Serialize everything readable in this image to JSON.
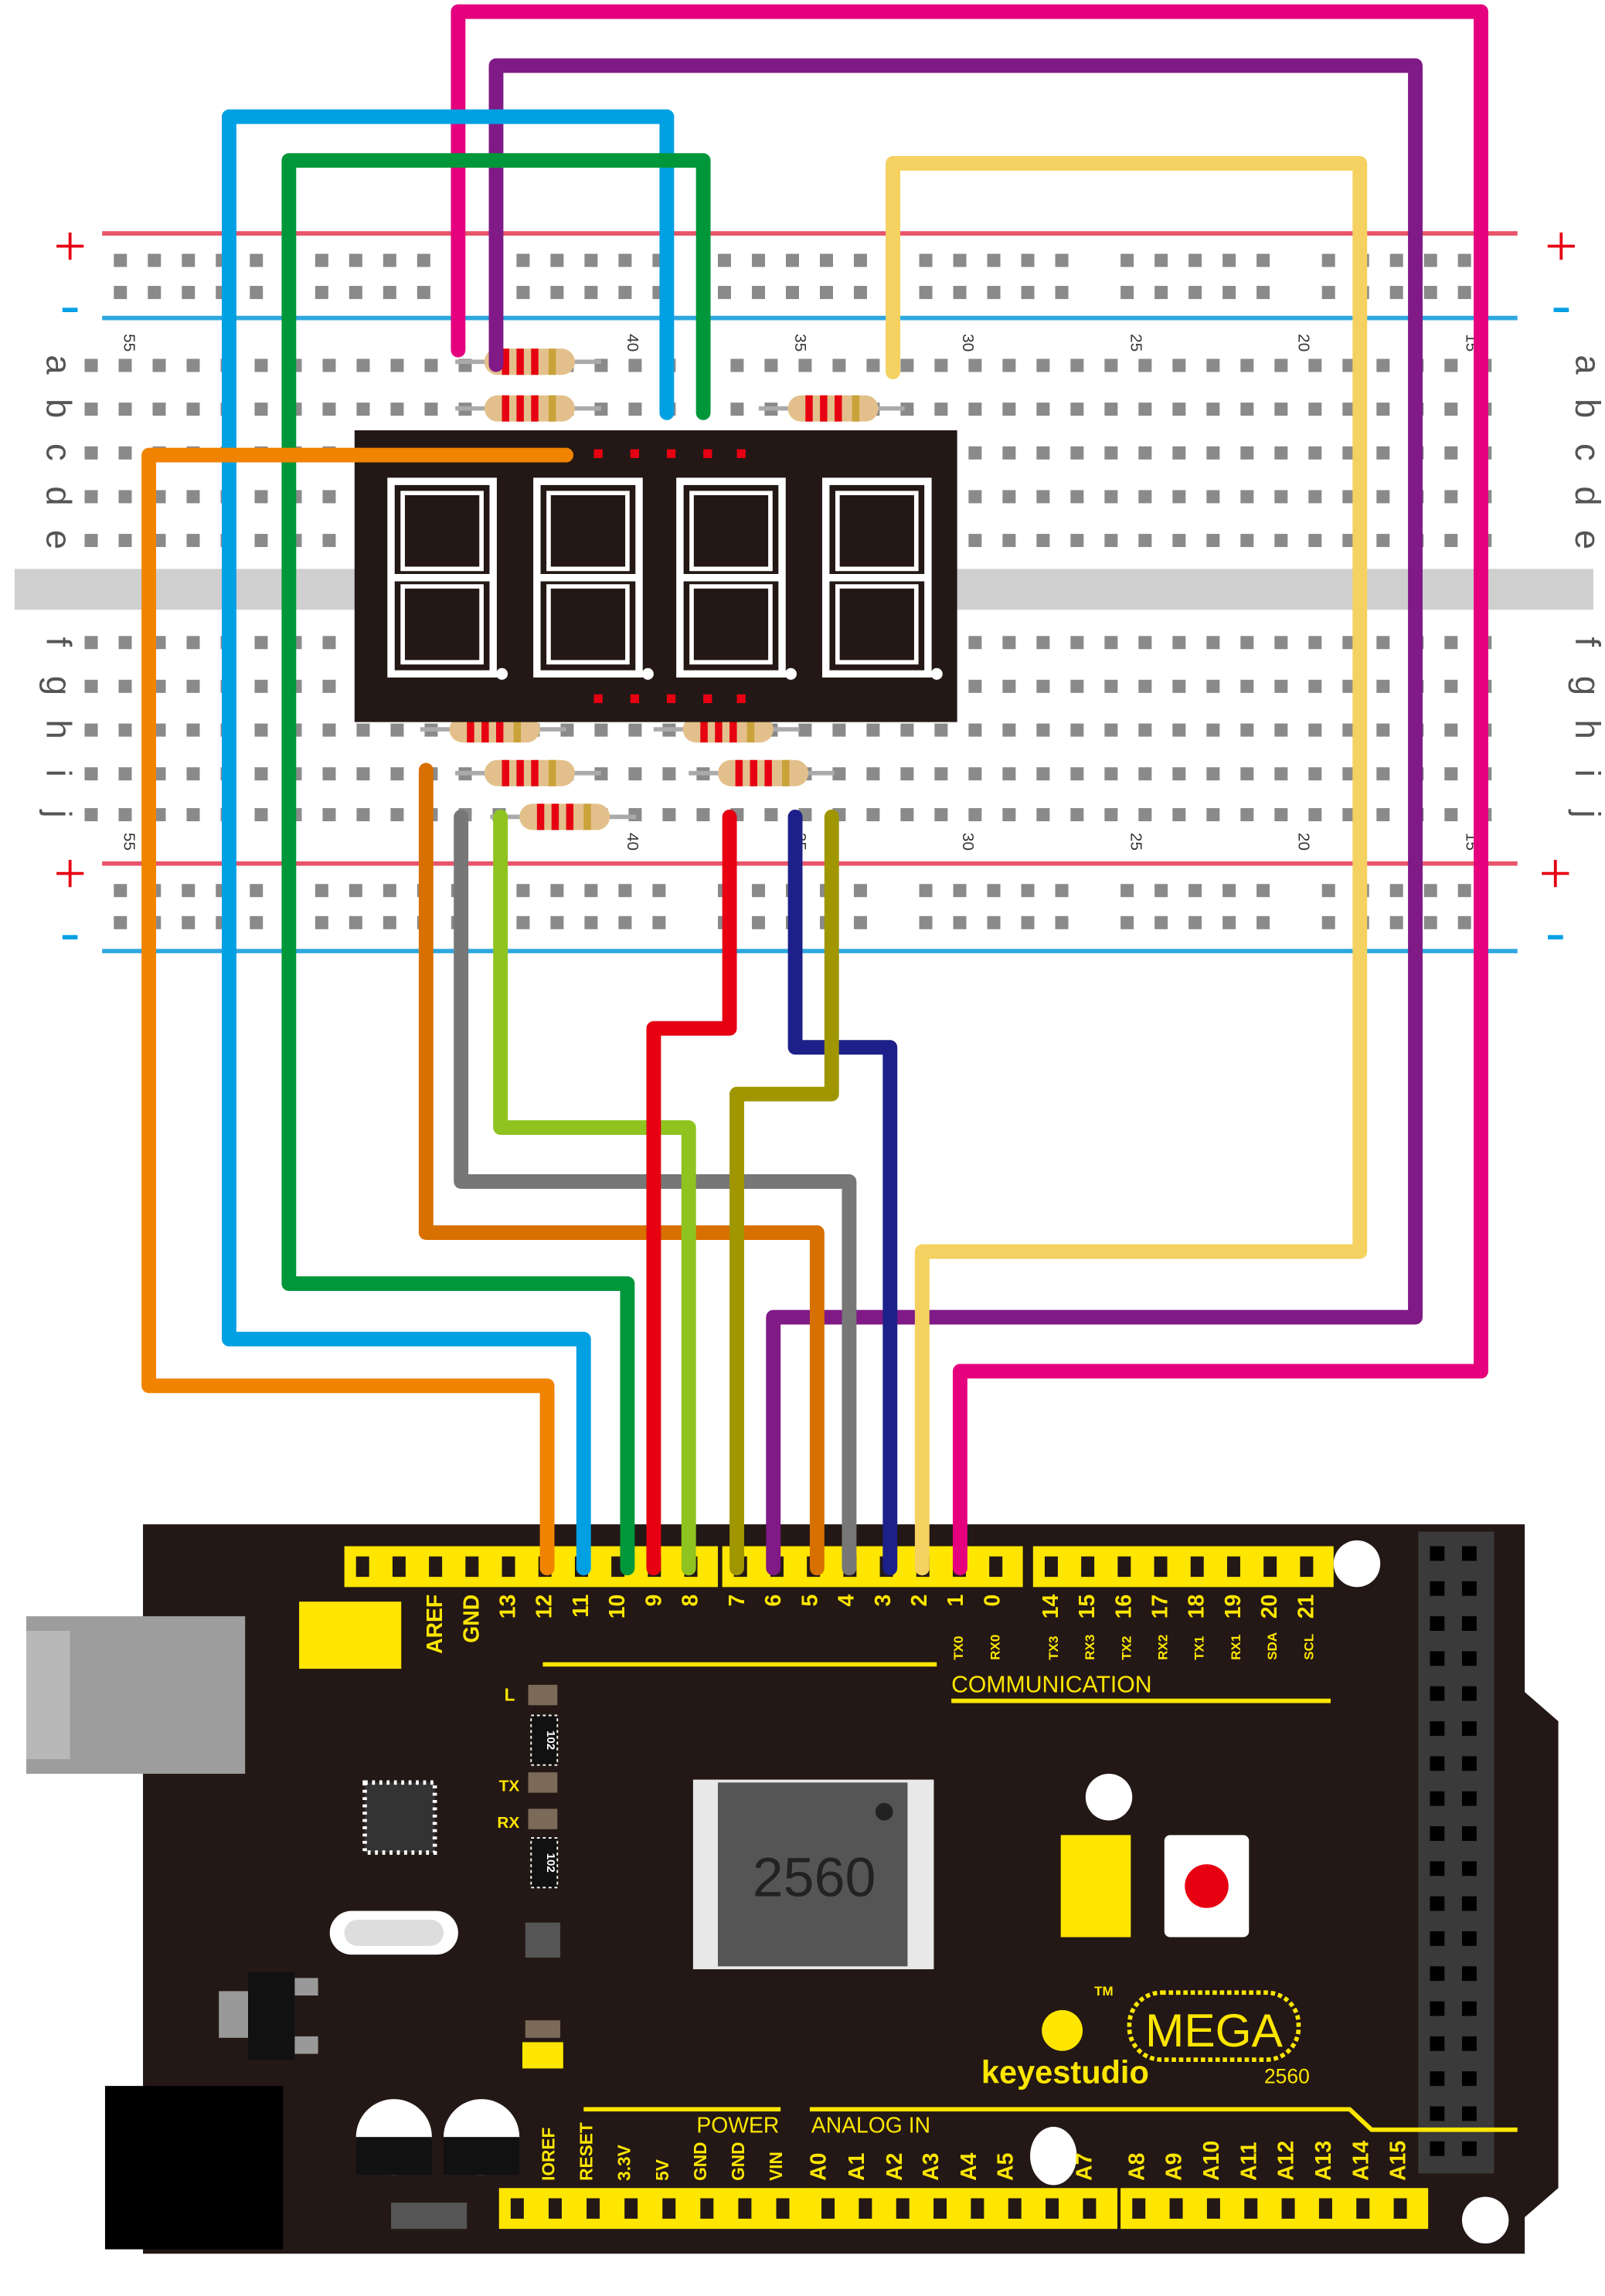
{
  "breadboard": {
    "rail_plus": "+",
    "rail_minus": "-",
    "column_numbers": [
      "55",
      "40",
      "35",
      "30",
      "25",
      "20",
      "15"
    ],
    "rows_top": [
      "a",
      "b",
      "c",
      "d",
      "e"
    ],
    "rows_bottom": [
      "f",
      "g",
      "h",
      "i",
      "j"
    ]
  },
  "board": {
    "chip_label": "2560",
    "brand": "keyestudio",
    "trademark": "TM",
    "model": "MEGA",
    "model_number": "2560",
    "led_labels": [
      "L",
      "TX",
      "RX"
    ],
    "resistor_code": "102",
    "digital_left": [
      "AREF",
      "GND",
      "13",
      "12",
      "11",
      "10",
      "9",
      "8"
    ],
    "digital_mid": [
      "7",
      "6",
      "5",
      "4",
      "3",
      "2",
      "1",
      "0"
    ],
    "digital_mid_sub": [
      "TX0",
      "RX0"
    ],
    "digital_right": [
      "14",
      "15",
      "16",
      "17",
      "18",
      "19",
      "20",
      "21"
    ],
    "digital_right_sub": [
      "TX3",
      "RX3",
      "TX2",
      "RX2",
      "TX1",
      "RX1",
      "SDA",
      "SCL"
    ],
    "communication_label": "COMMUNICATION",
    "power_label": "POWER",
    "power_pins": [
      "IOREF",
      "RESET",
      "3.3V",
      "5V",
      "GND",
      "GND",
      "VIN"
    ],
    "analog_label": "ANALOG IN",
    "analog_pins_a": [
      "A0",
      "A1",
      "A2",
      "A3",
      "A4",
      "A5",
      "A7"
    ],
    "analog_pins_b": [
      "A8",
      "A9",
      "A10",
      "A11",
      "A12",
      "A13",
      "A14",
      "A15"
    ]
  },
  "wires": [
    {
      "color": "#e5007e",
      "pin": "1"
    },
    {
      "color": "#7f1a86",
      "pin": "6"
    },
    {
      "color": "#00a0e3",
      "pin": "11"
    },
    {
      "color": "#00973a",
      "pin": "10"
    },
    {
      "color": "#f4d160",
      "pin": "2"
    },
    {
      "color": "#f08300",
      "pin": "12"
    },
    {
      "color": "#d87000",
      "pin": "5"
    },
    {
      "color": "#777777",
      "pin": "4"
    },
    {
      "color": "#8fc31f",
      "pin": "8"
    },
    {
      "color": "#e60012",
      "pin": "9"
    },
    {
      "color": "#1d2088",
      "pin": "3"
    },
    {
      "color": "#a09600",
      "pin": "7"
    }
  ]
}
